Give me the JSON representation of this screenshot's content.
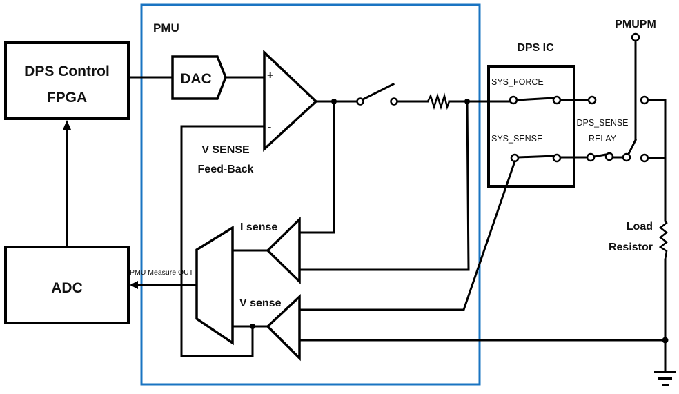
{
  "diagram": {
    "colors": {
      "pmu_border": "#1a74c2",
      "pmu_label": "#1a74c2",
      "wire": "#000000"
    },
    "blocks": {
      "fpga_line1": "DPS Control",
      "fpga_line2": "FPGA",
      "adc": "ADC",
      "dac": "DAC",
      "pmu": "PMU",
      "dps_ic": "DPS IC"
    },
    "opamp": {
      "plus": "+",
      "minus": "-"
    },
    "labels": {
      "v_sense_feedback_line1": "V SENSE",
      "v_sense_feedback_line2": "Feed-Back",
      "i_sense": "I sense",
      "v_sense": "V sense",
      "pmu_measure_out": "PMU Measure OUT",
      "sys_force": "SYS_FORCE",
      "sys_sense": "SYS_SENSE",
      "dps_sense_relay_line1": "DPS_SENSE",
      "dps_sense_relay_line2": "RELAY",
      "pmupm": "PMUPM",
      "load_line1": "Load",
      "load_line2": "Resistor"
    }
  }
}
